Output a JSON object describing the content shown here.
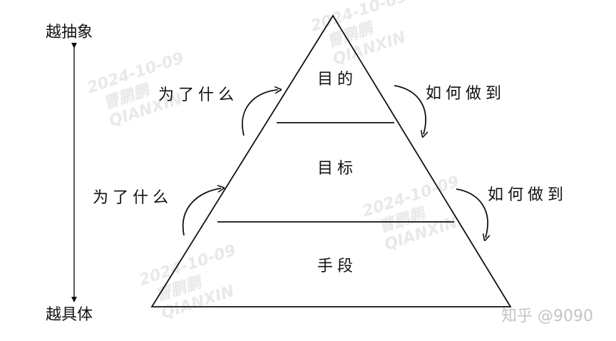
{
  "axis": {
    "top_label": "越抽象",
    "bottom_label": "越具体"
  },
  "levels": [
    {
      "label": "目的"
    },
    {
      "label": "目标"
    },
    {
      "label": "手段"
    }
  ],
  "arrows": {
    "up_label": "为了什么",
    "down_label": "如何做到"
  },
  "watermark": {
    "date": "2024-10-09",
    "name": "曹鹏鹏",
    "org": "QIANXIN"
  },
  "credit": "知乎 @9090"
}
